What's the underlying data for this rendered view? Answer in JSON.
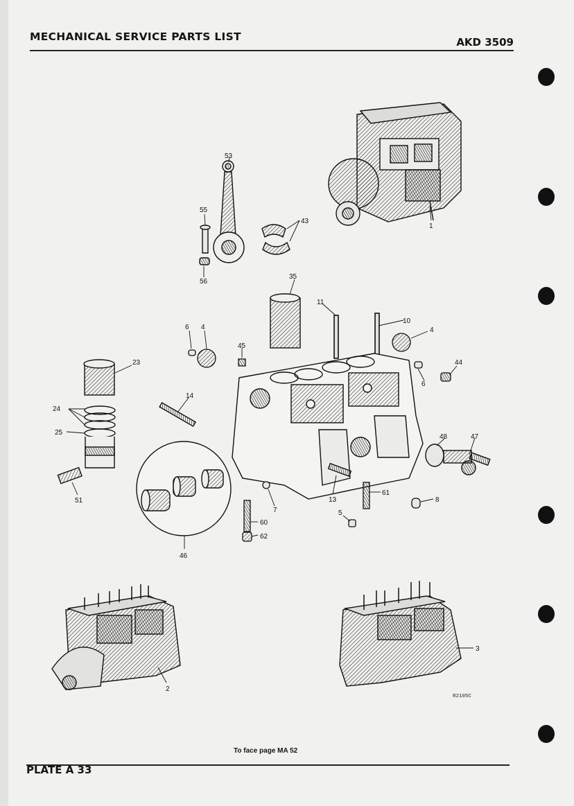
{
  "header": {
    "title": "MECHANICAL SERVICE PARTS LIST",
    "ref_prefix": "AKD",
    "ref_number": "3509"
  },
  "footer": {
    "note": "To face page MA 52",
    "plate": "PLATE A 33"
  },
  "drawing": {
    "code": "R2105C",
    "callouts": [
      "1",
      "2",
      "3",
      "4",
      "4",
      "5",
      "6",
      "6",
      "7",
      "8",
      "10",
      "11",
      "13",
      "14",
      "23",
      "24",
      "25",
      "35",
      "43",
      "44",
      "45",
      "46",
      "47",
      "48",
      "51",
      "53",
      "55",
      "56",
      "60",
      "61",
      "62"
    ]
  }
}
